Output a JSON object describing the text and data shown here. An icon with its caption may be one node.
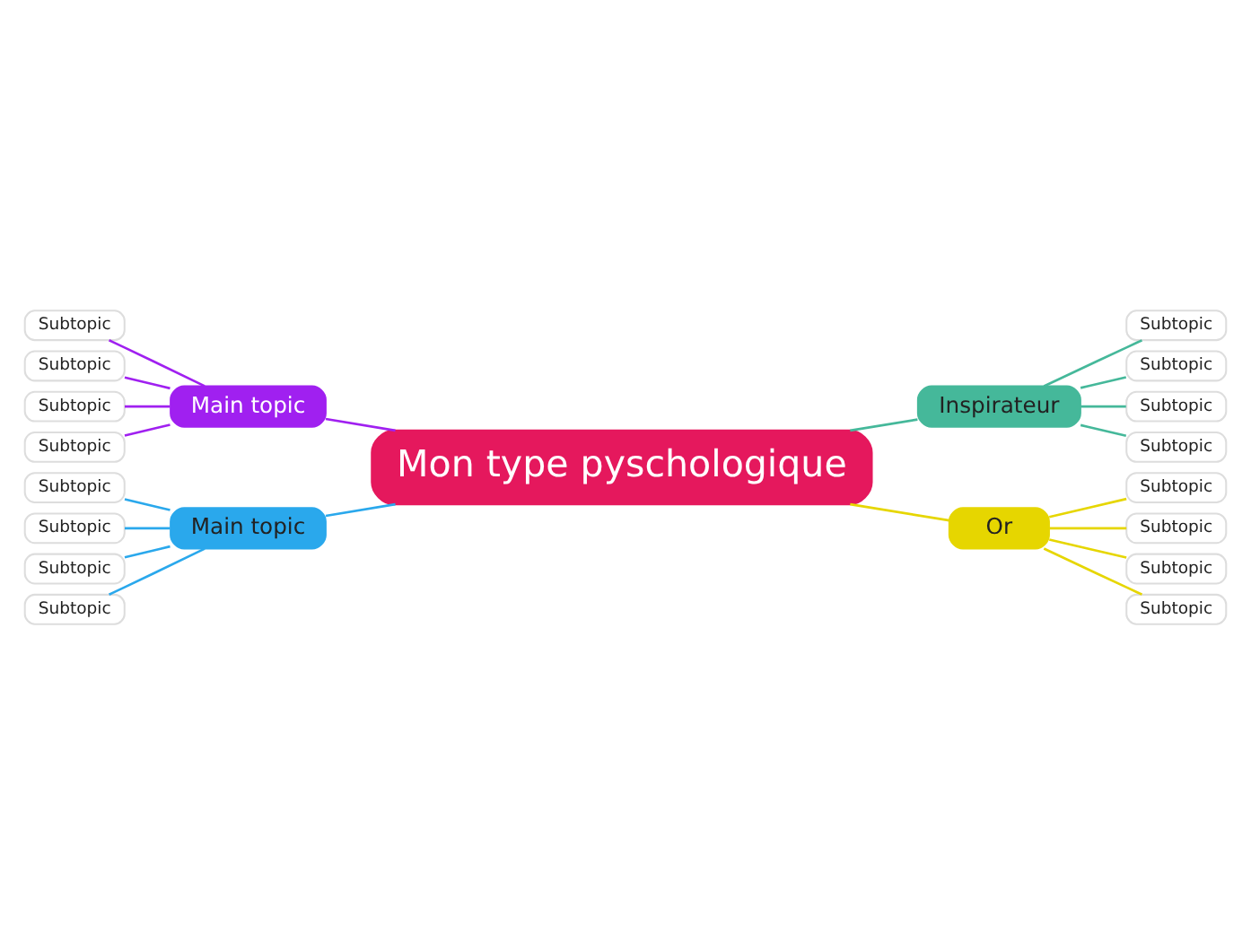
{
  "diagram": {
    "nodes": [
      {
        "text": [
          "Mon type pyschologique"
        ]
      },
      {
        "text": [
          "Main topic"
        ]
      },
      {
        "text": [
          "Subtopic"
        ]
      },
      {
        "text": [
          "Subtopic"
        ]
      },
      {
        "text": [
          "Subtopic"
        ]
      },
      {
        "text": [
          "Subtopic"
        ]
      },
      {
        "text": [
          "Main topic"
        ]
      },
      {
        "text": [
          "Subtopic"
        ]
      },
      {
        "text": [
          "Subtopic"
        ]
      },
      {
        "text": [
          "Subtopic"
        ]
      },
      {
        "text": [
          "Subtopic"
        ]
      },
      {
        "text": [
          "Inspirateur"
        ]
      },
      {
        "text": [
          "Subtopic"
        ]
      },
      {
        "text": [
          "Subtopic"
        ]
      },
      {
        "text": [
          "Subtopic"
        ]
      },
      {
        "text": [
          "Subtopic"
        ]
      },
      {
        "text": [
          "Or"
        ]
      },
      {
        "text": [
          "Subtopic"
        ]
      },
      {
        "text": [
          "Subtopic"
        ]
      },
      {
        "text": [
          "Subtopic"
        ]
      },
      {
        "text": [
          "Subtopic"
        ]
      }
    ],
    "edges": [
      {
        "from": 0,
        "to": 1,
        "arrow": "none",
        "color": "#a020f0"
      },
      {
        "from": 1,
        "to": 2,
        "arrow": "none",
        "color": "#a020f0"
      },
      {
        "from": 1,
        "to": 3,
        "arrow": "none",
        "color": "#a020f0"
      },
      {
        "from": 1,
        "to": 4,
        "arrow": "none",
        "color": "#a020f0"
      },
      {
        "from": 1,
        "to": 5,
        "arrow": "none",
        "color": "#a020f0"
      },
      {
        "from": 0,
        "to": 6,
        "arrow": "none",
        "color": "#2aa8ec"
      },
      {
        "from": 6,
        "to": 7,
        "arrow": "none",
        "color": "#2aa8ec"
      },
      {
        "from": 6,
        "to": 8,
        "arrow": "none",
        "color": "#2aa8ec"
      },
      {
        "from": 6,
        "to": 9,
        "arrow": "none",
        "color": "#2aa8ec"
      },
      {
        "from": 6,
        "to": 10,
        "arrow": "none",
        "color": "#2aa8ec"
      },
      {
        "from": 0,
        "to": 11,
        "arrow": "none",
        "color": "#45b89a"
      },
      {
        "from": 11,
        "to": 12,
        "arrow": "none",
        "color": "#45b89a"
      },
      {
        "from": 11,
        "to": 13,
        "arrow": "none",
        "color": "#45b89a"
      },
      {
        "from": 11,
        "to": 14,
        "arrow": "none",
        "color": "#45b89a"
      },
      {
        "from": 11,
        "to": 15,
        "arrow": "none",
        "color": "#45b89a"
      },
      {
        "from": 0,
        "to": 16,
        "arrow": "none",
        "color": "#e6d600"
      },
      {
        "from": 16,
        "to": 17,
        "arrow": "none",
        "color": "#e6d600"
      },
      {
        "from": 16,
        "to": 18,
        "arrow": "none",
        "color": "#e6d600"
      },
      {
        "from": 16,
        "to": 19,
        "arrow": "none",
        "color": "#e6d600"
      },
      {
        "from": 16,
        "to": 20,
        "arrow": "none",
        "color": "#e6d600"
      }
    ]
  }
}
